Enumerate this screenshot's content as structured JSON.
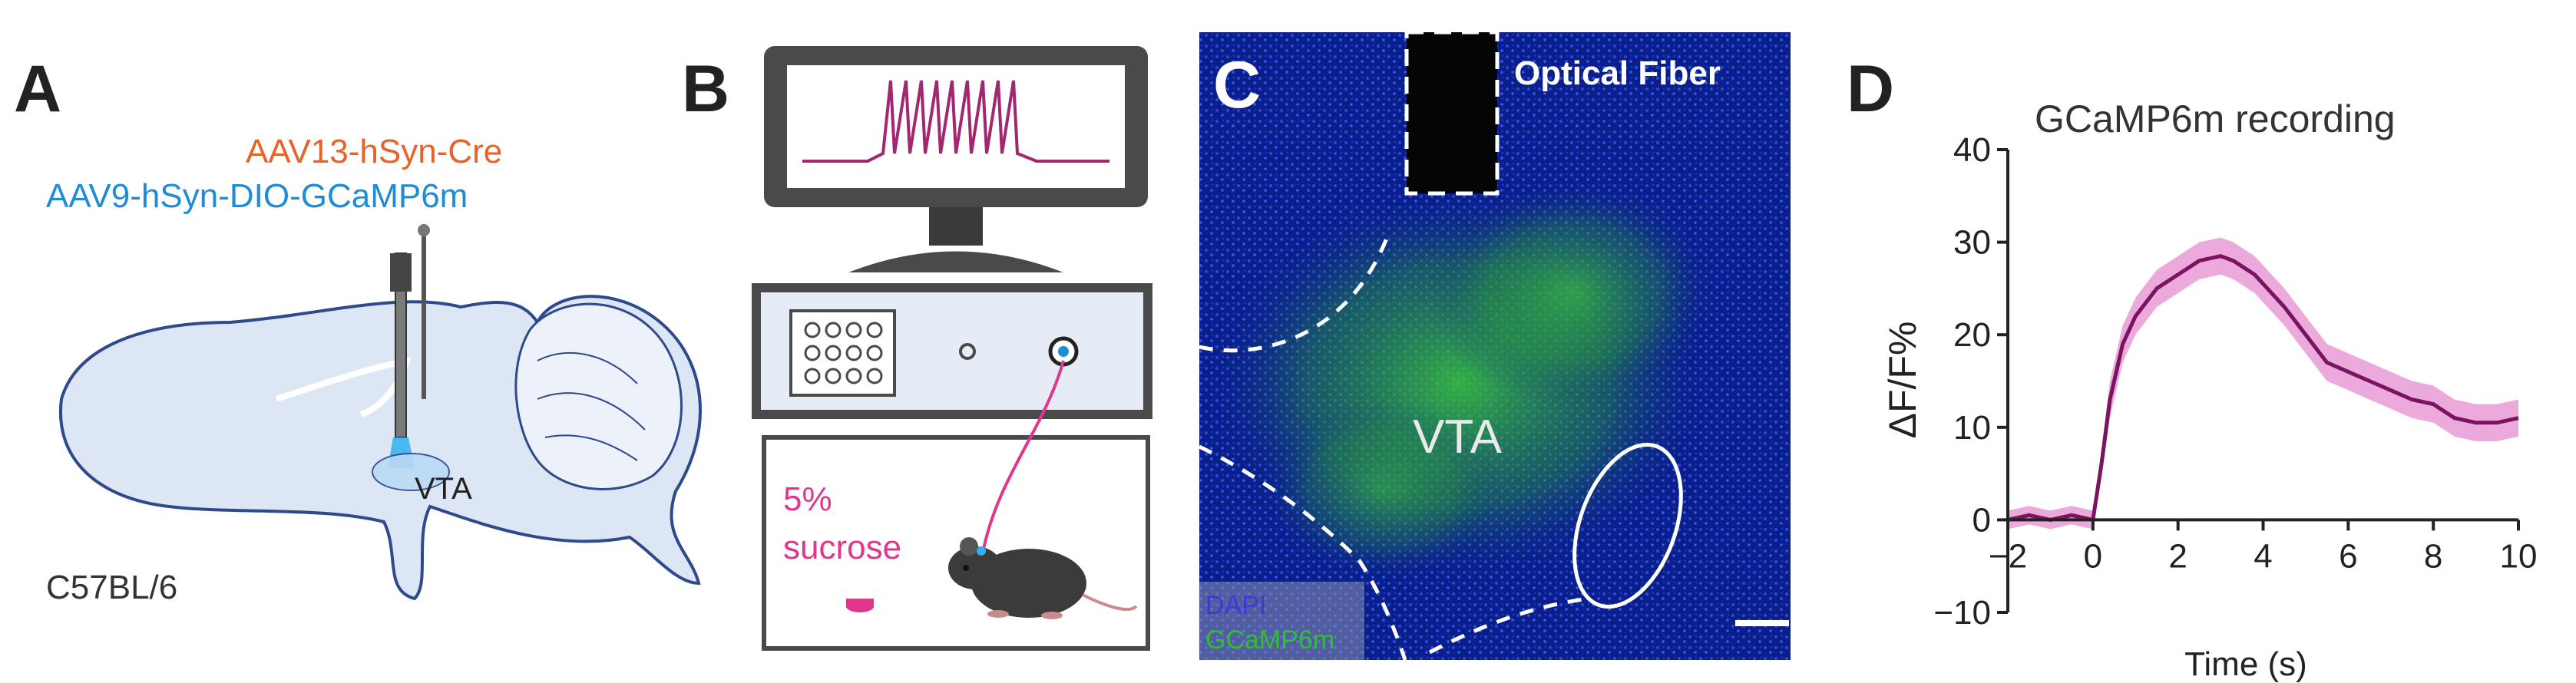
{
  "panels": {
    "a": {
      "letter": "A",
      "virus1": "AAV13-hSyn-Cre",
      "virus2": "AAV9-hSyn-DIO-GCaMP6m",
      "region": "VTA",
      "strain": "C57BL/6",
      "colors": {
        "virus1": "#e8622a",
        "virus2": "#1f8dd6",
        "brain": "#dde6f5",
        "brain_edge": "#2f4a8c"
      }
    },
    "b": {
      "letter": "B",
      "stimulus_line1": "5%",
      "stimulus_line2": "sucrose",
      "colors": {
        "trace": "#a2276f",
        "stimulus": "#e0368c",
        "monitor": "#4a4a4a",
        "device": "#e6ecf6"
      }
    },
    "c": {
      "letter": "C",
      "fiber_label": "Optical Fiber",
      "region_label": "VTA",
      "legend_dapi": "DAPI",
      "legend_gcamp": "GCaMP6m",
      "colors": {
        "background": "#0a1f8a",
        "gcamp": "#3cc83c",
        "dapi_text": "#3a3ad8",
        "gcamp_text": "#2fbf2f"
      }
    },
    "d": {
      "letter": "D",
      "colors": {
        "line": "#7a1460",
        "band": "#e58ccf"
      }
    }
  },
  "chart_data": {
    "type": "line",
    "title": "GCaMP6m recording",
    "xlabel": "Time (s)",
    "ylabel": "ΔF/F%",
    "xlim": [
      -2,
      10
    ],
    "ylim": [
      -10,
      40
    ],
    "xticks": [
      -2,
      0,
      2,
      4,
      6,
      8,
      10
    ],
    "yticks": [
      -10,
      0,
      10,
      20,
      30,
      40
    ],
    "xtick_labels": [
      "−2",
      "0",
      "2",
      "4",
      "6",
      "8",
      "10"
    ],
    "ytick_labels": [
      "−10",
      "0",
      "10",
      "20",
      "30",
      "40"
    ],
    "grid": false,
    "series": [
      {
        "x": [
          -2,
          -1.5,
          -1,
          -0.5,
          0,
          0.2,
          0.4,
          0.7,
          1,
          1.5,
          2,
          2.5,
          3,
          3.3,
          3.8,
          4.5,
          5,
          5.5,
          6,
          6.5,
          7,
          7.5,
          8,
          8.5,
          9,
          9.5,
          10
        ],
        "values": [
          0,
          0.5,
          0,
          0.5,
          0,
          6,
          13,
          19,
          22,
          25,
          26.5,
          28,
          28.5,
          28,
          26.5,
          23,
          20,
          17,
          16,
          15,
          14,
          13,
          12.5,
          11,
          10.5,
          10.5,
          11
        ],
        "error": [
          1,
          1,
          1,
          1,
          1,
          1.5,
          2,
          2,
          2,
          2,
          2,
          2,
          2,
          2,
          2,
          2,
          2,
          2,
          2,
          2,
          2,
          2,
          2,
          2,
          2,
          2,
          2
        ]
      }
    ]
  }
}
